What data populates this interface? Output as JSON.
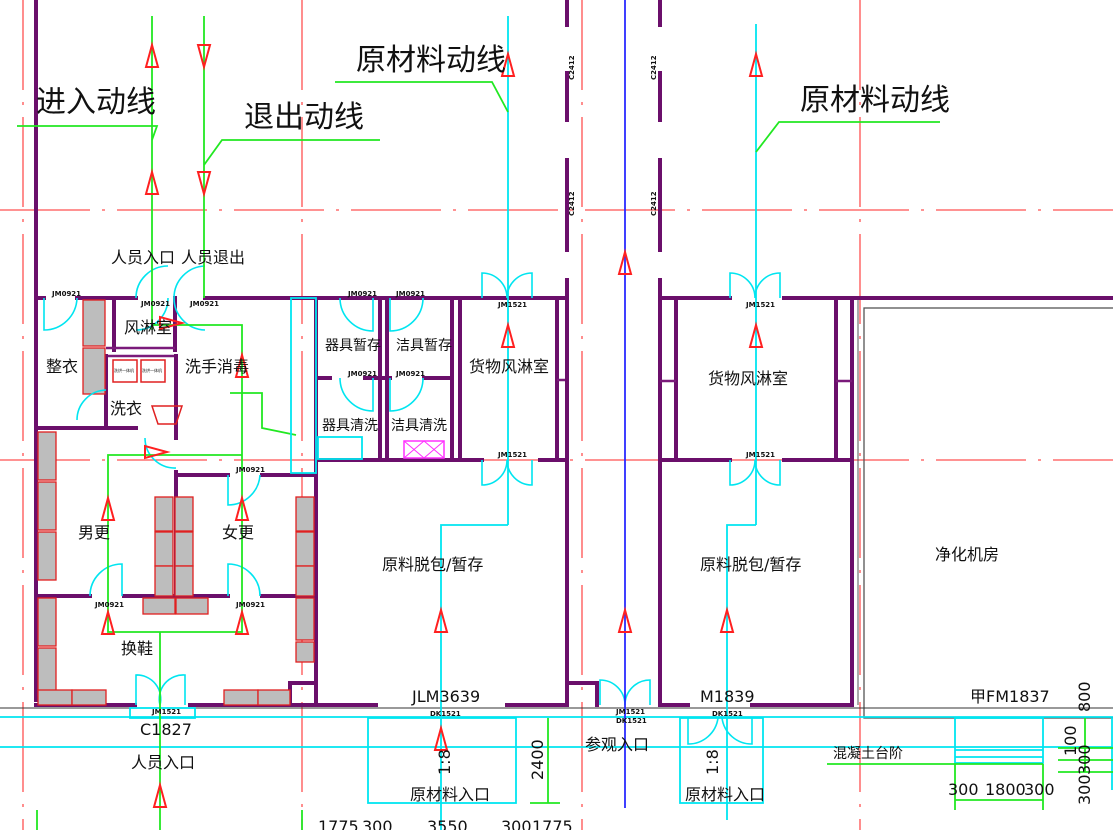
{
  "flow_labels": {
    "entry_flow": "进入动线",
    "exit_flow": "退出动线",
    "material_flow_left": "原材料动线",
    "material_flow_right": "原材料动线"
  },
  "rooms": {
    "personnel_entry_top": "人员入口",
    "personnel_exit_top": "人员退出",
    "air_shower": "风淋室",
    "clothes_arrange": "整衣",
    "hand_wash_disinfect": "洗手消毒",
    "laundry": "洗衣",
    "tool_storage": "器具暂存",
    "cleaning_tool_storage": "洁具暂存",
    "tool_cleaning": "器具清洗",
    "cleaning_tool_wash": "洁具清洗",
    "cargo_air_shower_left": "货物风淋室",
    "cargo_air_shower_right": "货物风淋室",
    "mens_change": "男更",
    "womens_change": "女更",
    "shoe_change": "换鞋",
    "unpack_storage_left": "原料脱包/暂存",
    "unpack_storage_right": "原料脱包/暂存",
    "purification_room": "净化机房"
  },
  "door_tags": {
    "jm0921": "JM0921",
    "jm1521": "JM1521",
    "dk1521": "DK1521",
    "c2412": "C2412",
    "washer": "洗烘一体机"
  },
  "entrances": {
    "door_c1827": "C1827",
    "personnel_entry": "人员入口",
    "door_jlm3639": "JLM3639",
    "material_entry_left": "原材料入口",
    "visitor_entry": "参观入口",
    "door_m1839": "M1839",
    "material_entry_right": "原材料入口",
    "door_fm1837": "甲FM1837",
    "concrete_steps": "混凝土台阶",
    "slope_left": "1:8",
    "slope_right": "1:8"
  },
  "dimensions": {
    "ramp_length": "2400",
    "bottom_row": [
      "1775",
      "300",
      "3550",
      "300",
      "1775"
    ],
    "step_widths": [
      "300",
      "1800",
      "300"
    ],
    "step_heights": [
      "800",
      "100",
      "300",
      "300"
    ]
  },
  "colors": {
    "wall": "#6b0f6b",
    "axis_grid": "#ff5050",
    "personnel_flow": "#22e822",
    "material_flow": "#00e5f0",
    "visitor_flow": "#2a2aff",
    "direction_arrow": "#ff2020"
  }
}
